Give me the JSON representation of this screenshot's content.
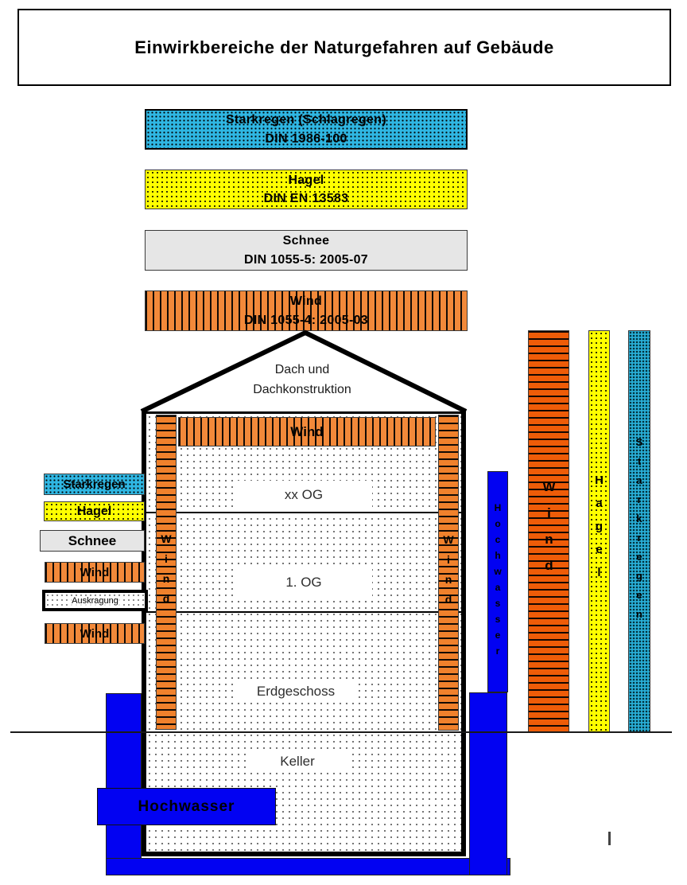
{
  "title": "Einwirkbereiche der Naturgefahren auf Gebäude",
  "top_bars": {
    "starkregen": {
      "line1": "Starkregen (Schlagregen)",
      "line2": "DIN 1986-100"
    },
    "hagel": {
      "line1": "Hagel",
      "line2": "DIN EN 13583"
    },
    "schnee": {
      "line1": "Schnee",
      "line2": "DIN 1055-5: 2005-07"
    },
    "wind": {
      "line1": "Wind",
      "line2": "DIN 1055-4: 2005-03"
    }
  },
  "roof": {
    "line1": "Dach und",
    "line2": "Dachkonstruktion"
  },
  "house": {
    "wind_top": "Wind",
    "wind_left": "Wind",
    "wind_right": "Wind",
    "floor_xxog": "xx OG",
    "floor_1og": "1. OG",
    "floor_eg": "Erdgeschoss",
    "floor_keller": "Keller"
  },
  "left_labels": {
    "starkregen": "Starkregen",
    "hagel": "Hagel",
    "schnee": "Schnee",
    "wind1": "Wind",
    "auskragung": "Auskragung",
    "wind2": "Wind"
  },
  "right_bars": {
    "hochwasser": "Hochwasser",
    "wind": "Wind",
    "hagel": "Hagel",
    "starkregen": "Starkregen"
  },
  "flood": {
    "label": "Hochwasser"
  },
  "colors": {
    "cyan": "#2fb7e3",
    "teal_dark": "#1f84a0",
    "yellow": "#ffff00",
    "gray": "#e6e6e6",
    "orange": "#f0812c",
    "orange_dark": "#ee5c08",
    "blue": "#0202f2",
    "black": "#000000"
  }
}
